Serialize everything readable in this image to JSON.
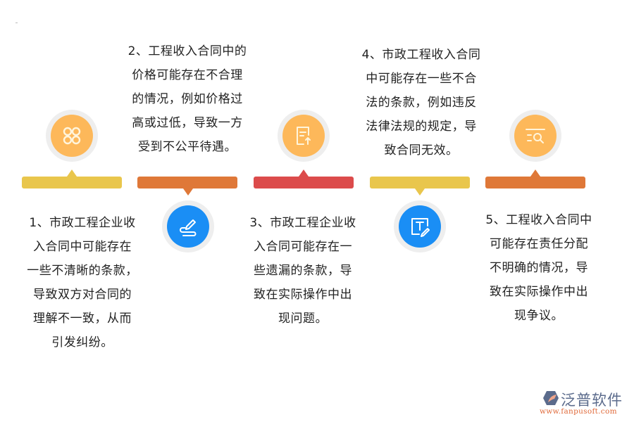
{
  "diagram": {
    "colors": {
      "yellow": "#e9c64c",
      "orange": "#df7838",
      "red": "#dc4b4b",
      "icon_orange": "#fdb85a",
      "icon_blue": "#1a8ef5",
      "ring": "#eeeeee",
      "text": "#222222"
    },
    "steps": [
      {
        "index": 1,
        "icon": "apps-grid-icon",
        "bar_color": "yellow",
        "text": "1、市政工程企业收\n入合同中可能存在\n一些不清晰的条款，\n导致双方对合同的\n理解不一致，从而\n引发纠纷。"
      },
      {
        "index": 2,
        "icon": "pen-signature-icon",
        "bar_color": "orange",
        "text": "2、工程收入合同中的\n价格可能存在不合理\n的情况，例如价格过\n高或过低，导致一方\n受到不公平待遇。"
      },
      {
        "index": 3,
        "icon": "document-upload-icon",
        "bar_color": "red",
        "text": "3、市政工程企业收\n入合同可能存在一\n些遗漏的条款，导\n致在实际操作中出\n现问题。"
      },
      {
        "index": 4,
        "icon": "text-edit-icon",
        "bar_color": "yellow",
        "text": "4、市政工程收入合同\n中可能存在一些不合\n法的条款，例如违反\n法律法规的规定，导\n致合同无效。"
      },
      {
        "index": 5,
        "icon": "list-search-icon",
        "bar_color": "orange",
        "text": "5、工程收入合同中\n可能存在责任分配\n不明确的情况，导\n致在实际操作中出\n现争议。"
      }
    ]
  },
  "logo": {
    "name": "泛普软件",
    "url": "www.fanpusoft.com"
  }
}
